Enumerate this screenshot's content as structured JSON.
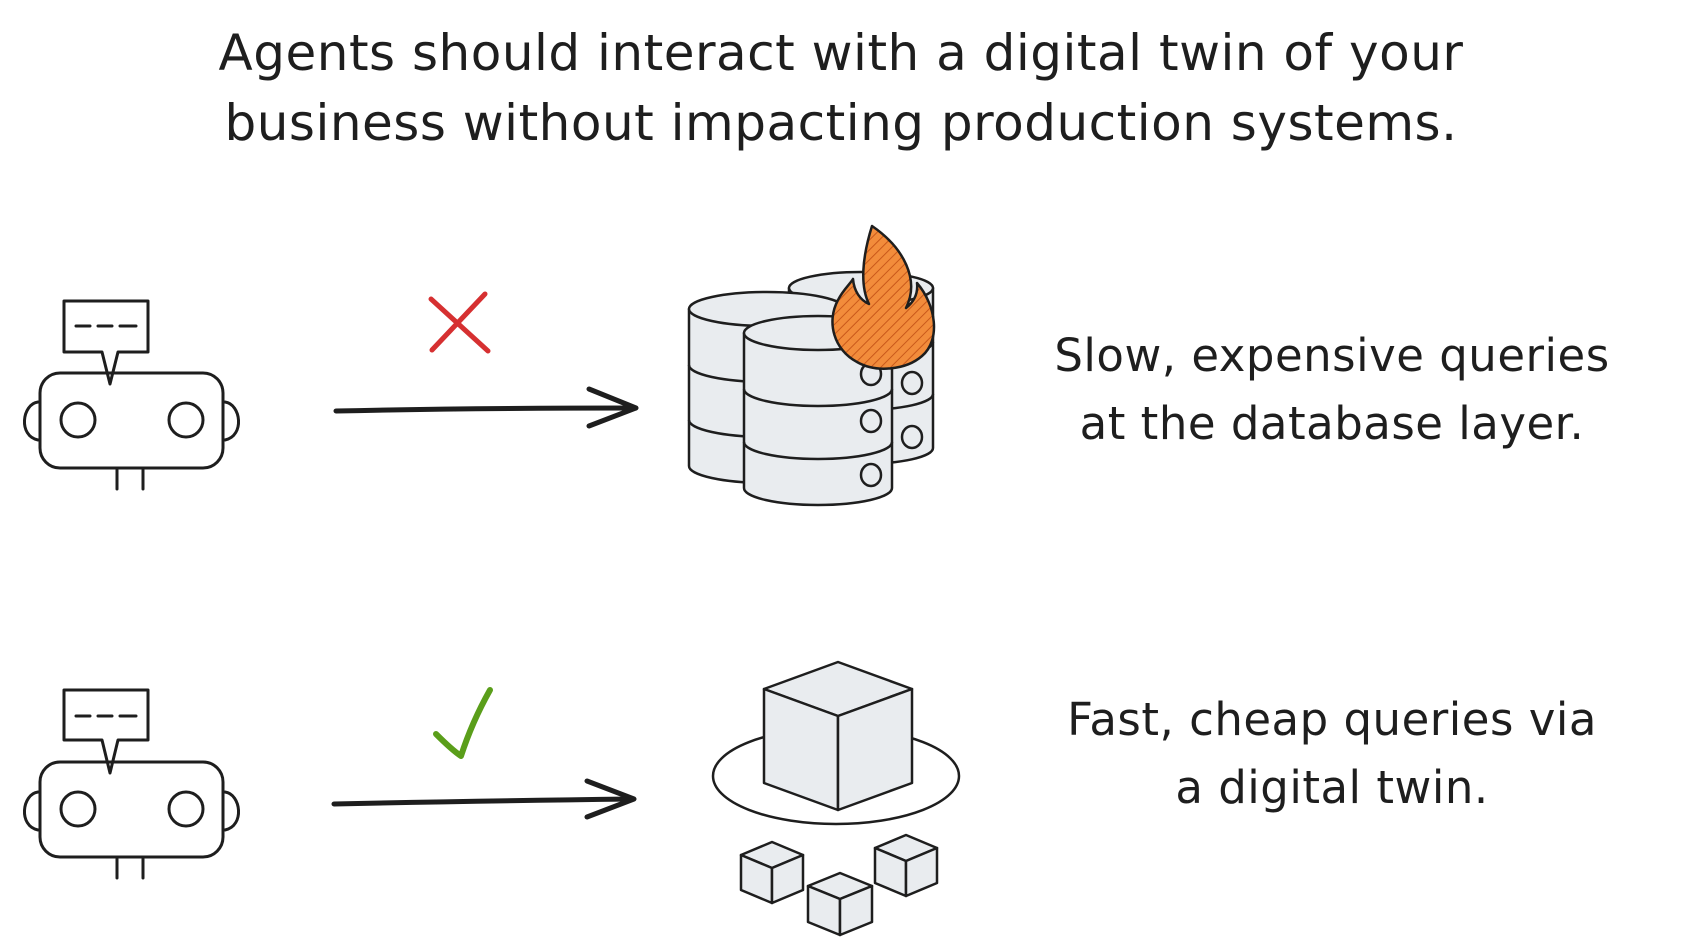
{
  "headline": {
    "line1": "Agents should interact with a digital twin of your",
    "line2": "business without impacting production systems."
  },
  "bad_path": {
    "marker_icon": "red-x-icon",
    "target_icon": "burning-database-icon",
    "description_line1": "Slow, expensive queries",
    "description_line2": "at the database layer."
  },
  "good_path": {
    "marker_icon": "green-check-icon",
    "target_icon": "digital-twin-cube-icon",
    "description_line1": "Fast, cheap queries via",
    "description_line2": "a digital twin."
  },
  "colors": {
    "stroke": "#1e1e1e",
    "fill": "#e9ecef",
    "x_mark": "#d63031",
    "check_mark": "#5a9e1a",
    "fire": "#f28c3b"
  }
}
